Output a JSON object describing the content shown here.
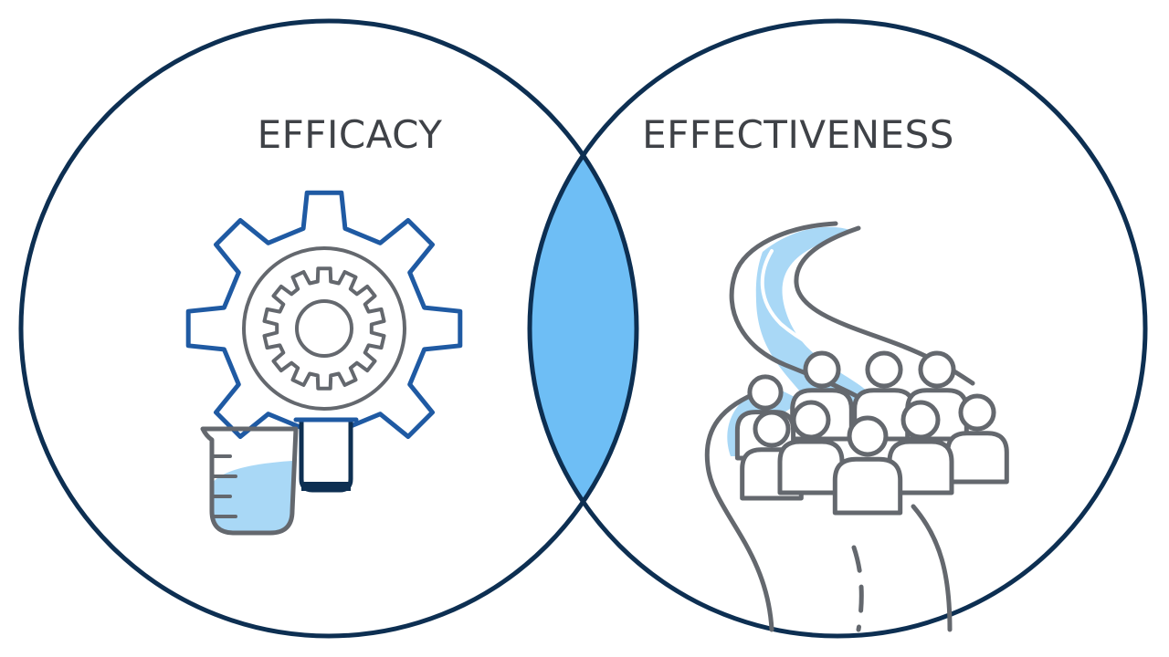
{
  "diagram": {
    "type": "venn",
    "left_label": "EFFICACY",
    "right_label": "EFFECTIVENESS",
    "left_icons": [
      "gear-icon",
      "inner-gear-icon",
      "beaker-icon",
      "test-tube-icon"
    ],
    "right_icons": [
      "winding-road-icon",
      "crowd-icon"
    ]
  },
  "colors": {
    "outline": "#0d2f52",
    "overlap_fill": "#6ebef5",
    "icon_blue": "#1f5aa3",
    "icon_gray": "#64686e",
    "light_blue": "#a9d8f6",
    "text": "#3f4247",
    "background": "#ffffff"
  }
}
